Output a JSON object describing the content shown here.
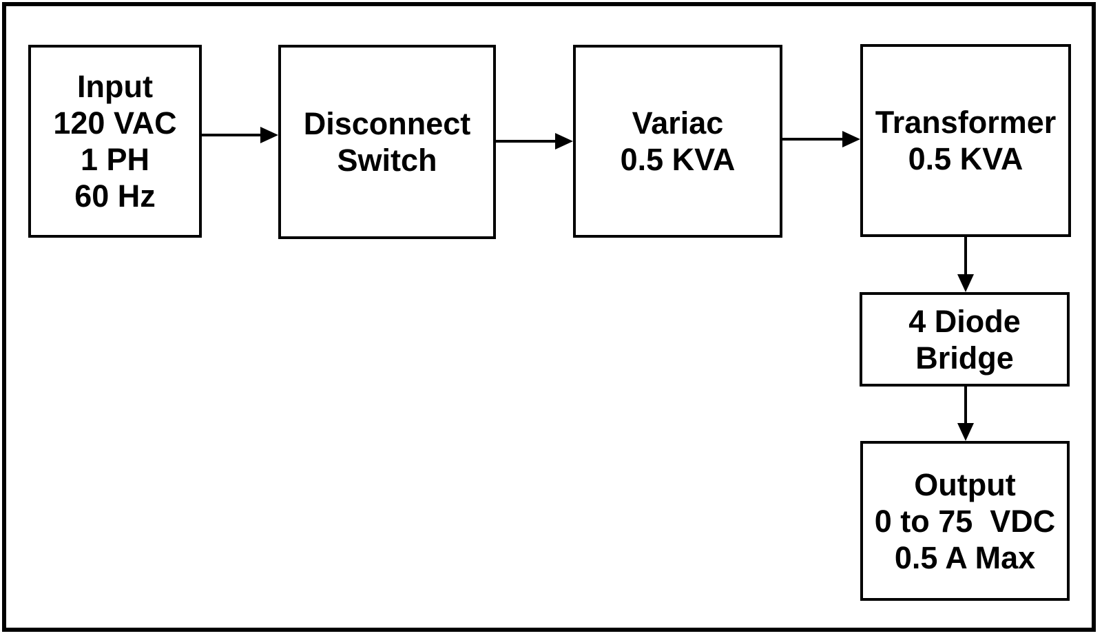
{
  "diagram": {
    "colors": {
      "line": "#000000",
      "background": "#ffffff"
    },
    "blocks": [
      {
        "id": "input",
        "lines": [
          "Input",
          "120 VAC",
          "1 PH",
          "60 Hz"
        ]
      },
      {
        "id": "disconnect-switch",
        "lines": [
          "Disconnect",
          "Switch"
        ]
      },
      {
        "id": "variac",
        "lines": [
          "Variac",
          "0.5 KVA"
        ]
      },
      {
        "id": "transformer",
        "lines": [
          "Transformer",
          "0.5 KVA"
        ]
      },
      {
        "id": "diode-bridge",
        "lines": [
          "4 Diode",
          "Bridge"
        ]
      },
      {
        "id": "output",
        "lines": [
          "Output",
          "0 to 75  VDC",
          "0.5 A Max"
        ]
      }
    ]
  }
}
